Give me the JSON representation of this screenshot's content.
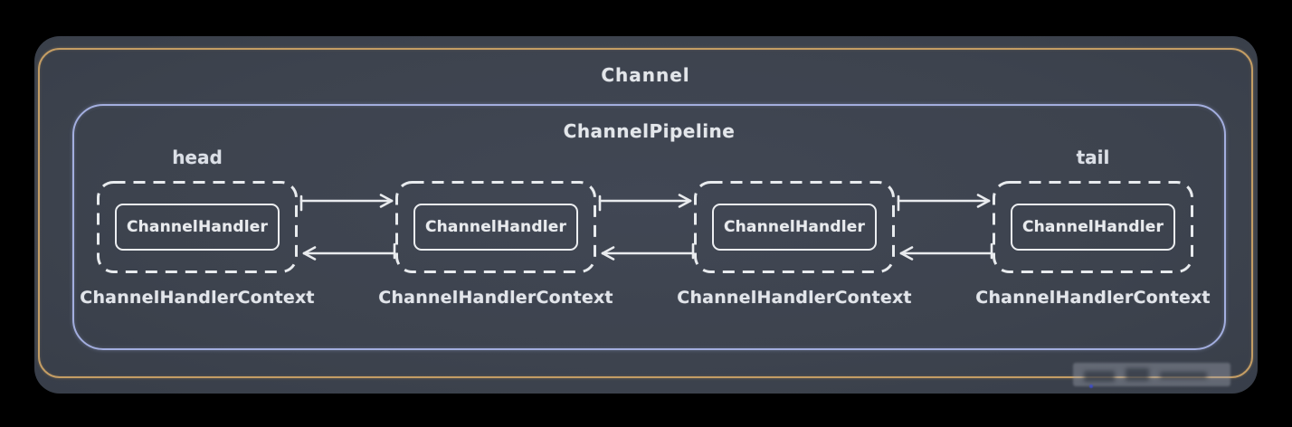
{
  "colors": {
    "background": "#000000",
    "panel_bg": "#3d434e",
    "channel_border": "#c49d64",
    "pipeline_border": "#a3aedf",
    "box_stroke": "#eceef1",
    "arrow_stroke": "#e9ebee",
    "text": "#e3e6ea"
  },
  "channel": {
    "title": "Channel",
    "pipeline": {
      "title": "ChannelPipeline",
      "handlers": [
        {
          "position_label": "head",
          "handler_label": "ChannelHandler",
          "context_label": "ChannelHandlerContext"
        },
        {
          "position_label": "",
          "handler_label": "ChannelHandler",
          "context_label": "ChannelHandlerContext"
        },
        {
          "position_label": "",
          "handler_label": "ChannelHandler",
          "context_label": "ChannelHandlerContext"
        },
        {
          "position_label": "tail",
          "handler_label": "ChannelHandler",
          "context_label": "ChannelHandlerContext"
        }
      ],
      "arrows": {
        "top_direction": "right",
        "bottom_direction": "left"
      }
    }
  }
}
